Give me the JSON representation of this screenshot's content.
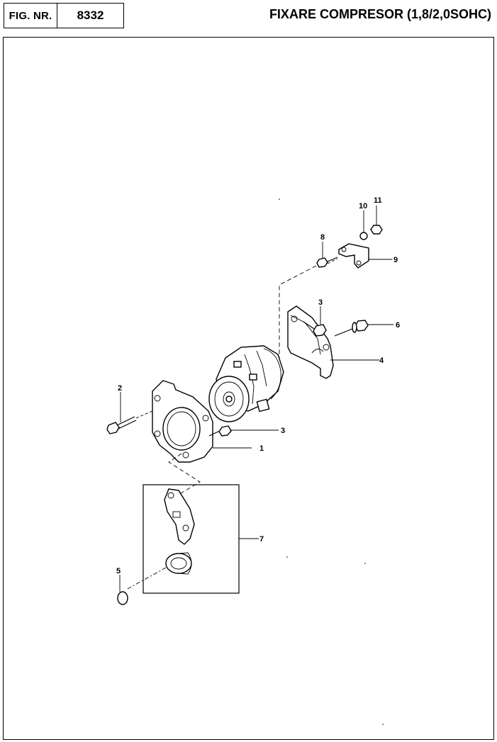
{
  "header": {
    "fig_label": "FIG. NR.",
    "fig_number": "8332",
    "title": "FIXARE COMPRESOR (1,8/2,0SOHC)"
  },
  "diagram": {
    "callouts": [
      {
        "id": "1",
        "label": "1"
      },
      {
        "id": "2",
        "label": "2"
      },
      {
        "id": "3a",
        "label": "3"
      },
      {
        "id": "3b",
        "label": "3"
      },
      {
        "id": "4",
        "label": "4"
      },
      {
        "id": "5",
        "label": "5"
      },
      {
        "id": "6",
        "label": "6"
      },
      {
        "id": "7",
        "label": "7"
      },
      {
        "id": "8",
        "label": "8"
      },
      {
        "id": "9",
        "label": "9"
      },
      {
        "id": "10",
        "label": "10"
      },
      {
        "id": "11",
        "label": "11"
      }
    ]
  }
}
